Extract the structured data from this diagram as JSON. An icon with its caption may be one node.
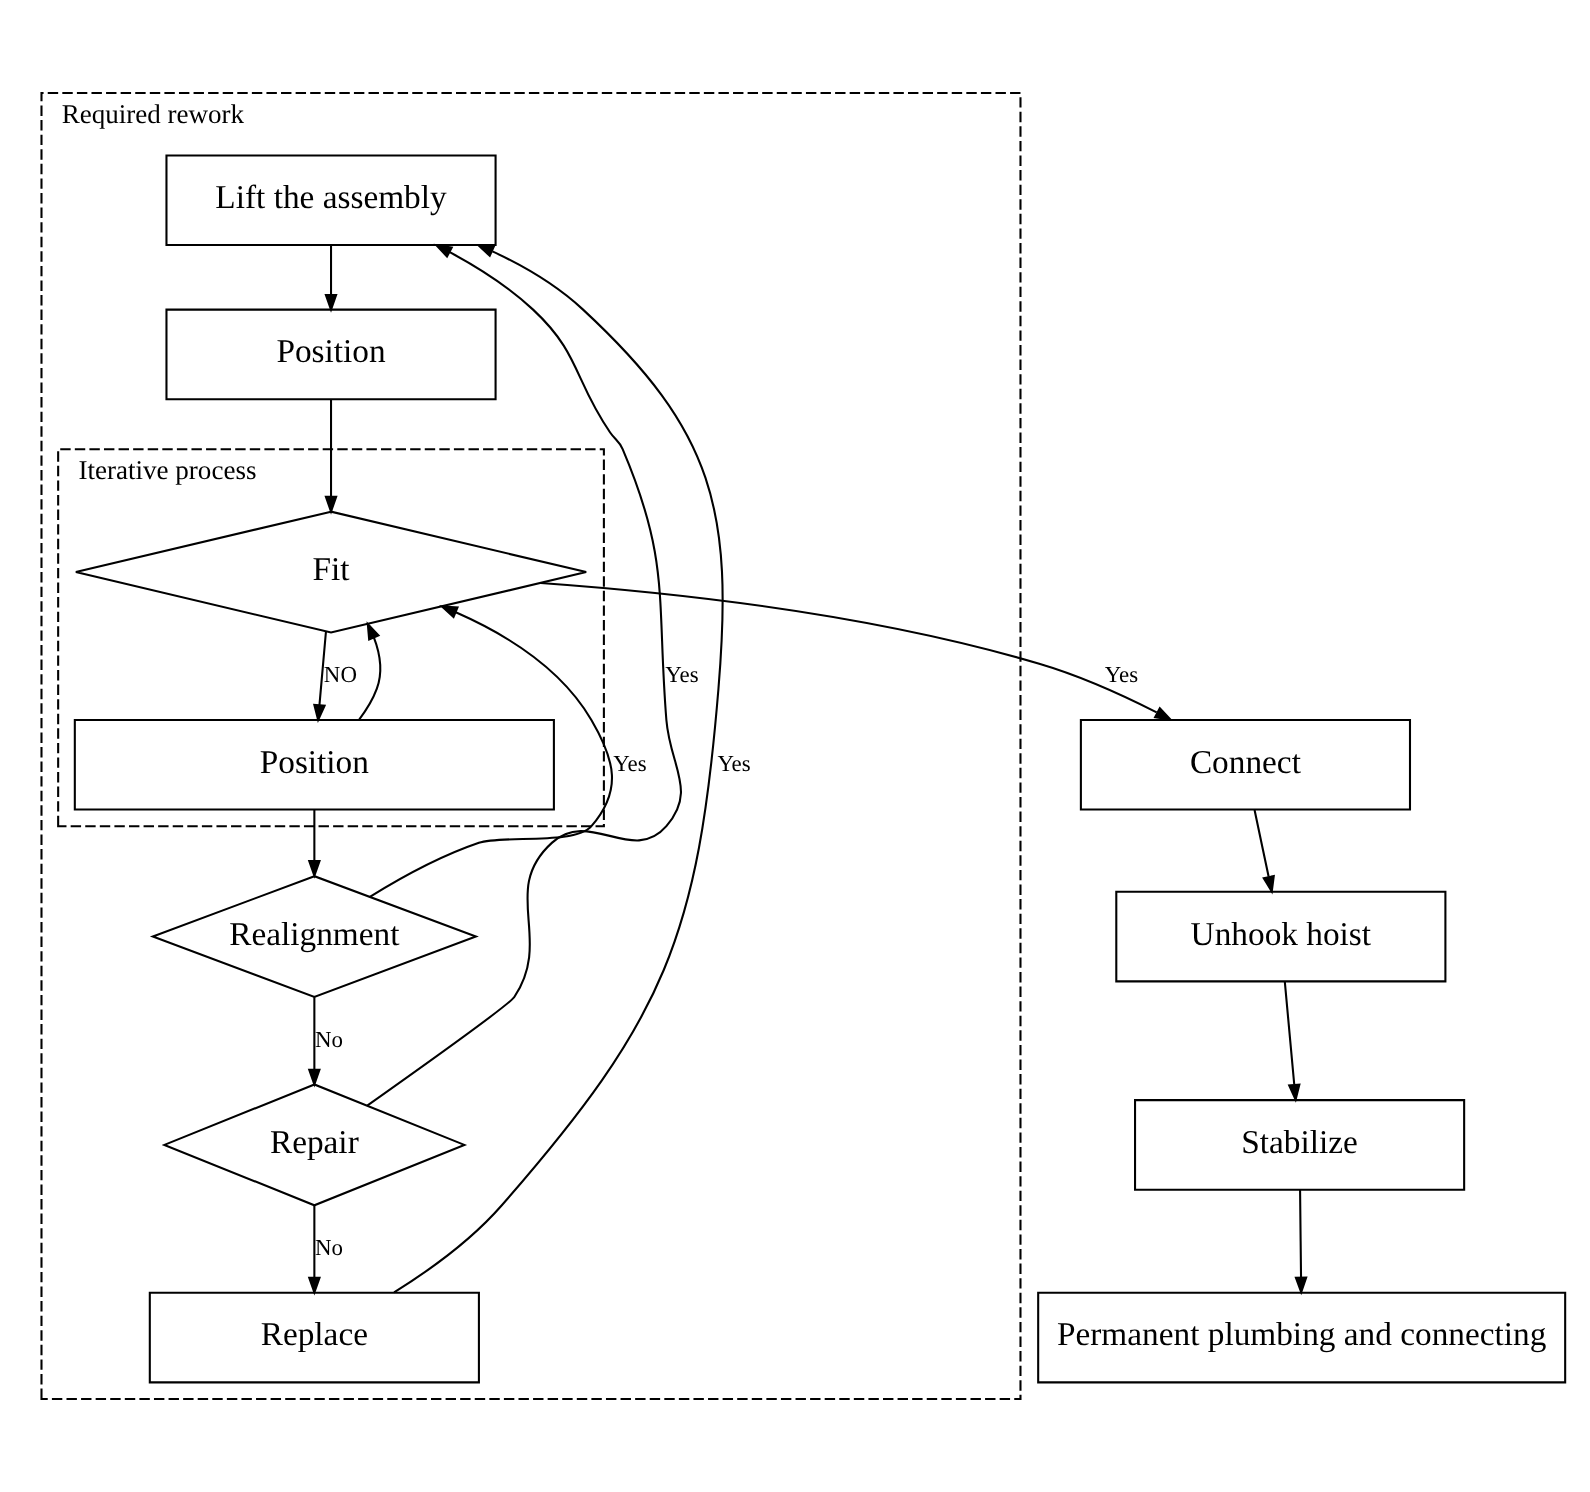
{
  "diagram": {
    "nodes": [
      {
        "text": [
          "Required rework"
        ]
      },
      {
        "text": [
          "Lift the assembly"
        ],
        "in": 0
      },
      {
        "text": [
          "Position"
        ],
        "in": 0
      },
      {
        "text": [
          "Iterative process"
        ],
        "in": 0
      },
      {
        "text": [
          "Fit"
        ],
        "in": 3
      },
      {
        "text": [
          "Position"
        ],
        "in": 3
      },
      {
        "text": [
          "Realignment"
        ],
        "in": 0
      },
      {
        "text": [
          "Repair"
        ],
        "in": 0
      },
      {
        "text": [
          "Replace"
        ],
        "in": 0
      },
      {
        "text": [
          "Connect"
        ]
      },
      {
        "text": [
          "Unhook hoist"
        ]
      },
      {
        "text": [
          "Stabilize"
        ]
      },
      {
        "text": [
          "Permanent plumbing and connecting"
        ]
      }
    ],
    "edges": [
      {
        "from": 1,
        "to": 2,
        "arrow": "to"
      },
      {
        "from": 2,
        "to": 4,
        "arrow": "to"
      },
      {
        "from": 4,
        "to": 5,
        "arrow": "to",
        "label": "NO"
      },
      {
        "from": 5,
        "to": 4,
        "arrow": "to"
      },
      {
        "from": 5,
        "to": 6,
        "arrow": "to"
      },
      {
        "from": 6,
        "to": 4,
        "arrow": "to",
        "label": "Yes"
      },
      {
        "from": 6,
        "to": 7,
        "arrow": "to",
        "label": "No"
      },
      {
        "from": 7,
        "to": 1,
        "arrow": "to",
        "label": "Yes"
      },
      {
        "from": 7,
        "to": 8,
        "arrow": "to",
        "label": "No"
      },
      {
        "from": 8,
        "to": 1,
        "arrow": "to",
        "label": "Yes"
      },
      {
        "from": 4,
        "to": 9,
        "arrow": "to",
        "label": "Yes"
      },
      {
        "from": 9,
        "to": 10,
        "arrow": "to"
      },
      {
        "from": 10,
        "to": 11,
        "arrow": "to"
      },
      {
        "from": 11,
        "to": 12,
        "arrow": "to"
      }
    ]
  }
}
